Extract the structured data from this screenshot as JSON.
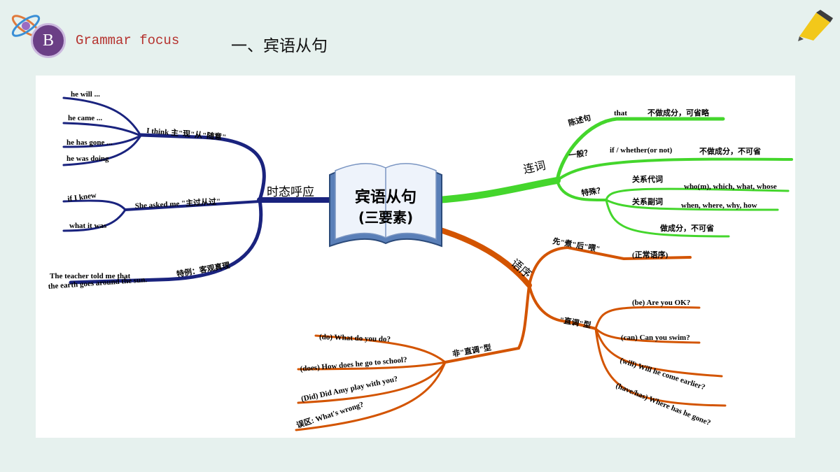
{
  "header": {
    "badge": "B",
    "label": "Grammar focus",
    "title": "一、宾语从句"
  },
  "center": {
    "line1": "宾语从句",
    "line2": "(三要素)"
  },
  "branches": {
    "tense": {
      "label": "时态呼应",
      "groups": [
        {
          "label": "I think 主\"现\"从\"随意\"",
          "items": [
            "he will ...",
            "he came ...",
            "he has gone ...",
            "he was doing"
          ]
        },
        {
          "label": "She asked me \"主过从过\"",
          "items": [
            "if I knew",
            "what it was"
          ]
        },
        {
          "label": "特例：客观真理",
          "items": [
            "The teacher told me that",
            "the earth goes around the sun."
          ]
        }
      ]
    },
    "connectives": {
      "label": "连词",
      "groups": [
        {
          "label": "陈述句",
          "word": "that",
          "note": "不做成分，可省略"
        },
        {
          "label": "一般？",
          "word": "if / whether(or not)",
          "note": "不做成分，不可省"
        },
        {
          "label": "特殊？",
          "subs": [
            {
              "label": "关系代词",
              "words": "who(m), which, what, whose"
            },
            {
              "label": "关系副词",
              "words": "when, where, why, how"
            }
          ],
          "note": "做成分，不可省"
        }
      ]
    },
    "word_order": {
      "label": "语序",
      "groups": [
        {
          "label": "先\"煮\"后\"喂\"",
          "note": "(正常语序)"
        },
        {
          "label": "\"直调\"型",
          "items": [
            "(be) Are you OK?",
            "(can)  Can you swim?",
            "(will)  Will he come earlier?",
            "(have/has)  Where has he gone?"
          ]
        },
        {
          "label": "非\"直调\"型",
          "items": [
            "(do)   What do you do?",
            "(does)  How does he go to school?",
            "(Did)  Did Amy play with you?",
            "误区: What's wrong?"
          ]
        }
      ]
    }
  },
  "colors": {
    "tense": "#1a237e",
    "connectives": "#44d62c",
    "word_order": "#d35400",
    "header_label": "#b5322e",
    "badge": "#6b3f86"
  },
  "icons": [
    "atom-icon",
    "pencil-note-icon",
    "open-book-icon"
  ]
}
